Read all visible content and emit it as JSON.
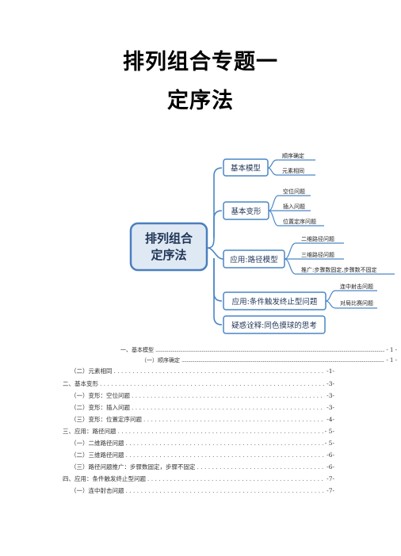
{
  "title": {
    "line1": "排列组合专题一",
    "line2": "定序法"
  },
  "mindmap": {
    "root": [
      "排列组合",
      "定序法"
    ],
    "branches": [
      {
        "label": "基本模型",
        "leaves": [
          "顺序确定",
          "元素相同"
        ]
      },
      {
        "label": "基本变形",
        "leaves": [
          "空位问题",
          "插入问题",
          "位置定序问题"
        ]
      },
      {
        "label": "应用:路径模型",
        "leaves": [
          "二维路径问题",
          "三维路径问题",
          "推广:步骤数固定,步骤数不固定"
        ]
      },
      {
        "label": "应用:条件触发终止型问题",
        "leaves": [
          "连中射击问题",
          "对局比赛问题"
        ]
      },
      {
        "label": "疑惑诠释:同色摸球的思考",
        "leaves": []
      }
    ]
  },
  "toc": [
    {
      "text": "一、基本模型",
      "page": "- 1 -"
    },
    {
      "text": "（一）顺序确定",
      "page": "- 1 -"
    },
    {
      "text": "（二）元素相同",
      "page": "-1-"
    },
    {
      "text": "二、基本变形",
      "page": "-3-"
    },
    {
      "text": "（一）变形：空位问题",
      "page": "-3-"
    },
    {
      "text": "（二）变形：插入问题",
      "page": "-3-"
    },
    {
      "text": "（三）变形：位置定序问题",
      "page": "-4-"
    },
    {
      "text": "三、应用：路径问题",
      "page": "- 5-"
    },
    {
      "text": "（一）二维路径问题",
      "page": "- 5-"
    },
    {
      "text": "（二）三维路径问题",
      "page": "-6-"
    },
    {
      "text": "（三）路径问题推广：步骤数固定，步骤不固定",
      "page": "-6-"
    },
    {
      "text": "四、应用：条件触发终止型问题",
      "page": "-7-"
    },
    {
      "text": "（一）连中射击问题",
      "page": "-7-"
    }
  ]
}
